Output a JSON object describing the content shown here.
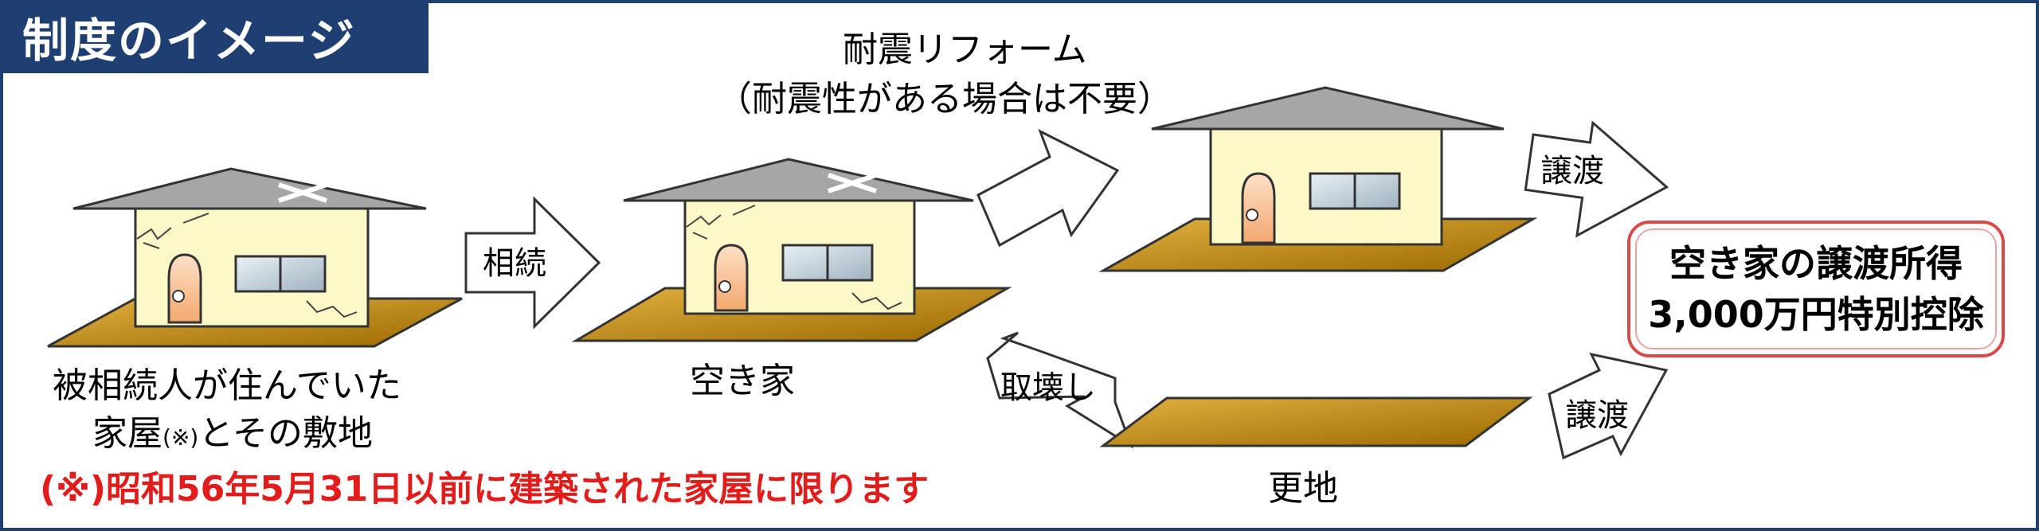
{
  "title": "制度のイメージ",
  "labels": {
    "inherit_arrow": "相続",
    "house1_caption_line1": "被相続人が住んでいた",
    "house1_caption_line2a": "家屋",
    "house1_caption_note": "(※)",
    "house1_caption_line2b": "とその敷地",
    "vacant_house": "空き家",
    "reform_line1": "耐震リフォーム",
    "reform_line2": "（耐震性がある場合は不要）",
    "demolish_arrow": "取壊し",
    "transfer_top": "譲渡",
    "transfer_bottom": "譲渡",
    "vacant_land": "更地"
  },
  "note": "(※)昭和56年5月31日以前に建築された家屋に限ります",
  "result": {
    "line1": "空き家の譲渡所得",
    "line2": "3,000万円特別控除"
  },
  "colors": {
    "frame": "#1f3f73",
    "roof": "#a6a6a6",
    "wall": "#fdf8c8",
    "ground": "#c08a10",
    "door": "#f8c8a0",
    "note_red": "#e21b1b",
    "result_border": "#d84a4a"
  }
}
